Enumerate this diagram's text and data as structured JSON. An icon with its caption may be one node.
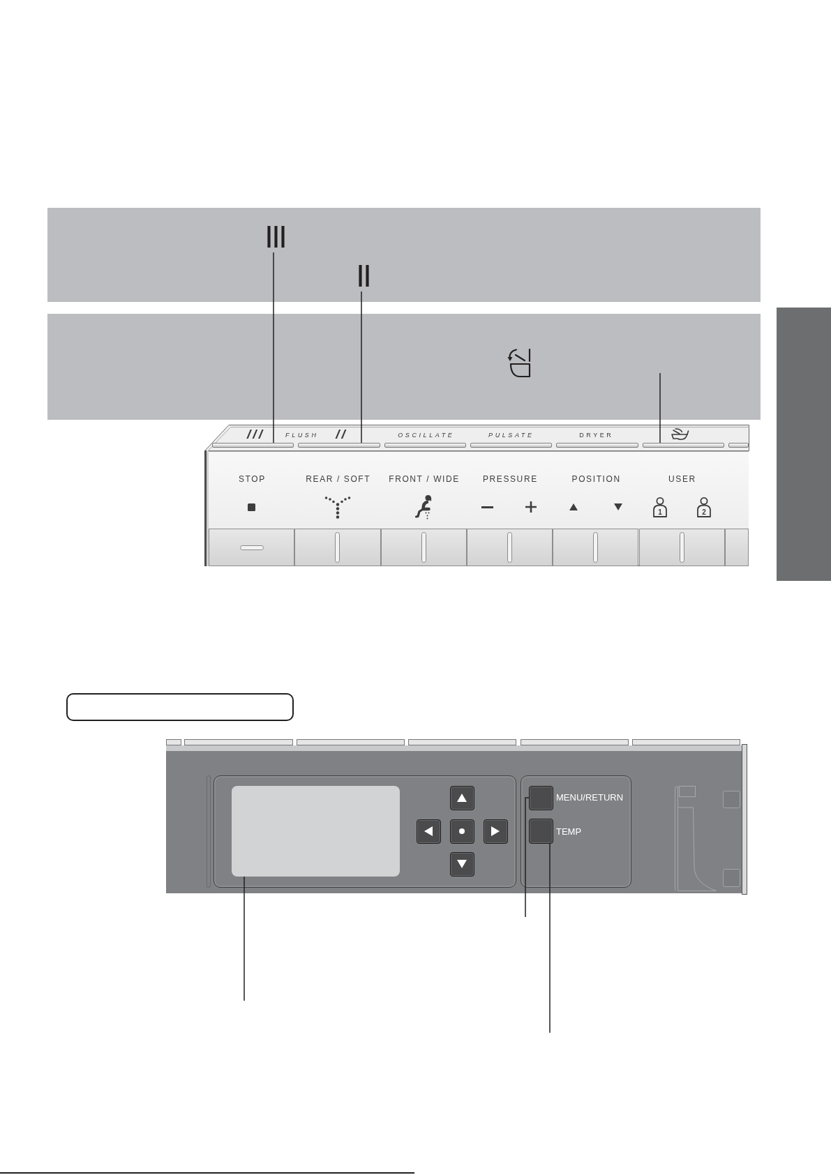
{
  "diagram": {
    "nodes": [
      {
        "text": [],
        "shape": "band"
      },
      {
        "text": [
          "III"
        ],
        "in": 0
      },
      {
        "text": [
          "II"
        ],
        "in": 0
      },
      {
        "text": [],
        "shape": "box"
      },
      {
        "text": [],
        "shape": "band"
      },
      {
        "text": [],
        "shape": "bar"
      },
      {
        "text": [],
        "shape": "bar"
      },
      {
        "text": [],
        "shape": "bar"
      },
      {
        "text": [],
        "shape": "bar"
      },
      {
        "text": [],
        "shape": "bar"
      },
      {
        "text": [],
        "shape": "bar"
      },
      {
        "text": [],
        "shape": "bar"
      },
      {
        "text": [],
        "shape": "box"
      },
      {
        "text": [],
        "shape": "box"
      },
      {
        "text": [],
        "shape": "box"
      },
      {
        "text": [],
        "shape": "box"
      },
      {
        "text": [],
        "shape": "box"
      },
      {
        "text": [],
        "shape": "box"
      },
      {
        "text": [],
        "shape": "box"
      },
      {
        "text": [],
        "shape": "box",
        "beside": [
          "MENU/RETURN"
        ]
      },
      {
        "text": [],
        "shape": "box",
        "beside": [
          "TEMP"
        ]
      }
    ],
    "edges": [
      {
        "from": 1,
        "to": 5,
        "arrow": "none"
      },
      {
        "from": 2,
        "to": 6,
        "arrow": "none"
      },
      {
        "from": 4,
        "to": 10,
        "arrow": "none"
      },
      {
        "from": null,
        "to": 13,
        "arrow": "none"
      },
      {
        "from": null,
        "to": 19,
        "arrow": "none"
      },
      {
        "from": null,
        "to": 20,
        "arrow": "none"
      }
    ],
    "labels": [
      "///",
      "FLUSH",
      "//",
      "OSCILLATE",
      "PULSATE",
      "DRYER",
      "STOP",
      "REAR / SOFT",
      "FRONT / WIDE",
      "PRESSURE",
      "POSITION",
      "USER",
      "1",
      "2"
    ]
  }
}
